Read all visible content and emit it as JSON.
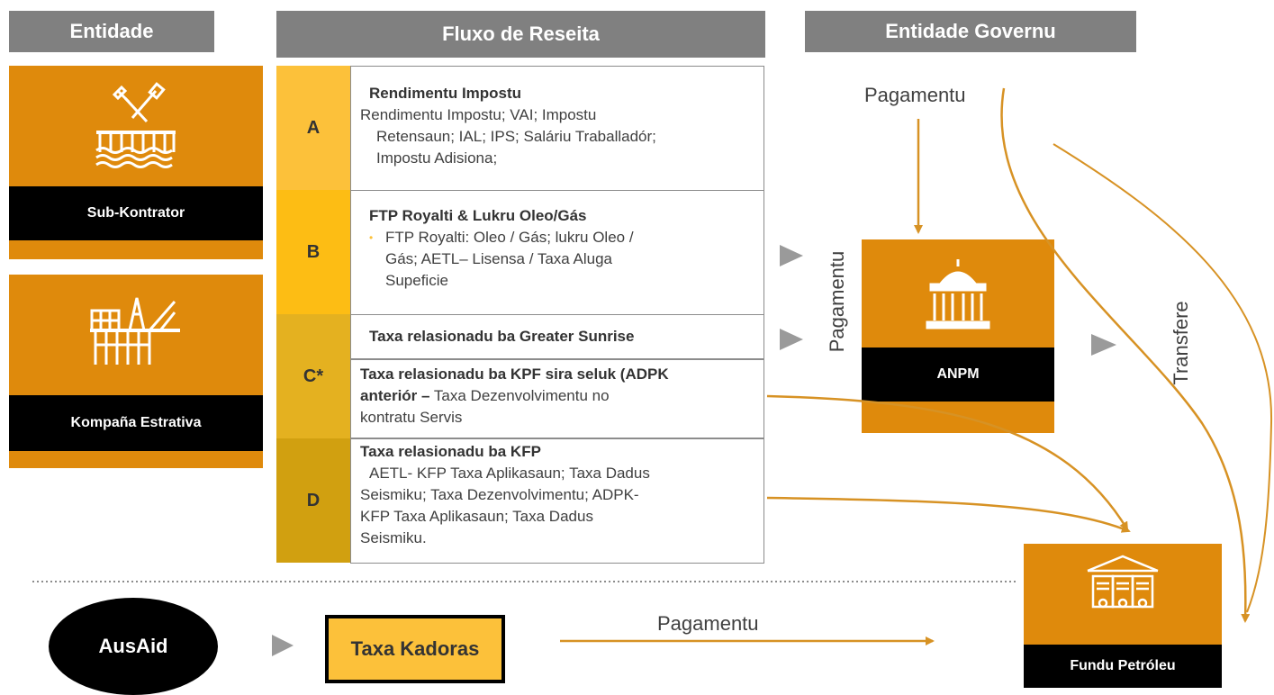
{
  "headers": {
    "entity": "Entidade",
    "revenue": "Fluxo de Reseita",
    "government": "Entidade Governu"
  },
  "entities": {
    "subcontractor": "Sub-Kontrator",
    "extractive": "Kompaña Estrativa",
    "ausaid": "AusAid",
    "anpm": "ANPM",
    "petroleum_fund": "Fundu Petróleu"
  },
  "streams": {
    "a": {
      "letter": "A",
      "title": "Rendimentu Impostu",
      "line1": "Rendimentu Impostu; VAI; Impostu",
      "line2": "Retensaun; IAL; IPS; Saláriu Traballadór;",
      "line3": "Impostu Adisiona;"
    },
    "b": {
      "letter": "B",
      "title": "FTP Royalti & Lukru Oleo/Gás",
      "bullet": "•",
      "line1": "FTP Royalti: Oleo / Gás; lukru Oleo /",
      "line2": "Gás; AETL– Lisensa / Taxa Aluga",
      "line3": "Supeficie"
    },
    "c": {
      "letter": "C*",
      "title1": "Taxa relasionadu ba Greater Sunrise",
      "title2": "Taxa relasionadu ba KPF sira seluk (ADPK",
      "title2b": "anteriór –",
      "line1": "Taxa Dezenvolvimentu no",
      "line2": "kontratu Servis"
    },
    "d": {
      "letter": "D",
      "title": "Taxa relasionadu ba KFP",
      "line1": "AETL- KFP Taxa Aplikasaun; Taxa Dadus",
      "line2": "Seismiku; Taxa Dezenvolvimentu; ADPK-",
      "line3": "KFP Taxa Aplikasaun; Taxa Dadus",
      "line4": "Seismiku."
    }
  },
  "flows": {
    "payment_top": "Pagamentu",
    "payment_vertical": "Pagamentu",
    "transfer": "Transfere",
    "payment_bottom": "Pagamentu",
    "taxa_kadoras": "Taxa Kadoras"
  },
  "colors": {
    "header_gray": "#808080",
    "orange": "#df8a0c",
    "yellow_a": "#fcc13a",
    "yellow_b": "#fdbd14",
    "yellow_c": "#e4b120",
    "yellow_d": "#d1a010",
    "arrow": "#d79224"
  }
}
